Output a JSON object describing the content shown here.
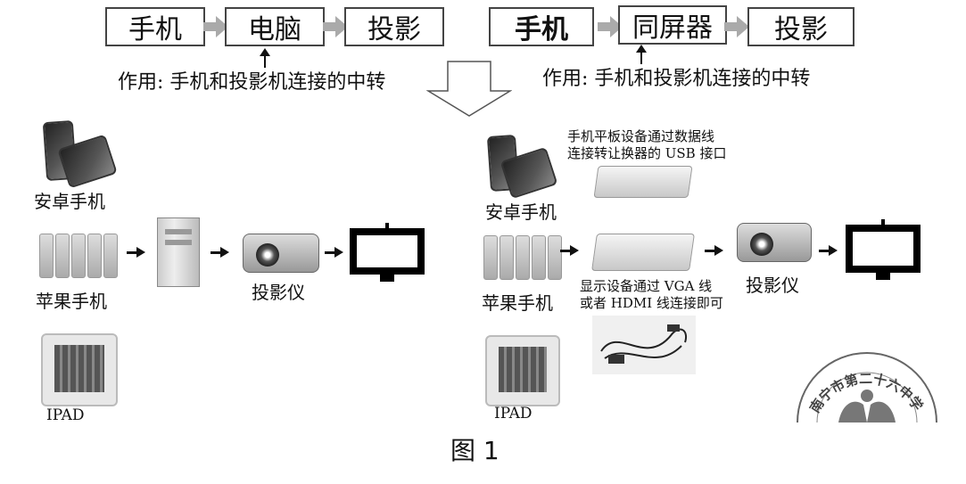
{
  "top_left_flow": [
    "手机",
    "电脑",
    "投影"
  ],
  "top_right_flow": [
    "手机",
    "同屏器",
    "投影"
  ],
  "left_note": "作用: 手机和投影机连接的中转",
  "right_note": "作用: 手机和投影机连接的中转",
  "left_diagram": {
    "android_label": "安卓手机",
    "apple_label": "苹果手机",
    "ipad_label": "IPAD",
    "projector_label": "投影仪"
  },
  "right_diagram": {
    "android_label": "安卓手机",
    "apple_label": "苹果手机",
    "ipad_label": "IPAD",
    "projector_label": "投影仪",
    "usb_note_line1": "手机平板设备通过数据线",
    "usb_note_line2": "连接转让换器的 USB 接口",
    "vga_note_line1": "显示设备通过 VGA 线",
    "vga_note_line2": "或者 HDMI 线连接即可"
  },
  "seal_text": "南宁市第二十六中学",
  "figure_caption": "图 1"
}
